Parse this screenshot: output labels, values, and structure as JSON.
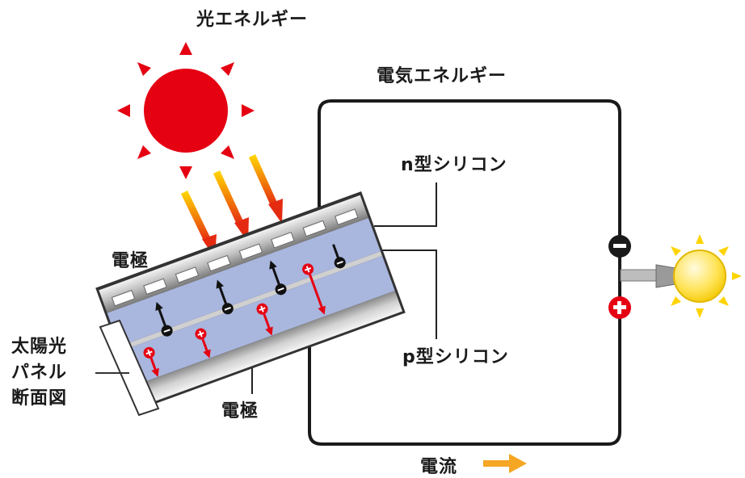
{
  "labels": {
    "light_energy": "光エネルギー",
    "electric_energy": "電気エネルギー",
    "n_type": "n型シリコン",
    "p_type": "p型シリコン",
    "electrode_top": "電極",
    "electrode_bottom": "電極",
    "panel_line1": "太陽光",
    "panel_line2": "パネル",
    "panel_line3": "断面図",
    "current": "電流"
  },
  "colors": {
    "sun": "#e50012",
    "arrow_light": "#f08c00",
    "electron": "#111111",
    "hole": "#e50012",
    "cell_blue": "#a9b6de",
    "bulb": "#ffe24a",
    "current_arrow": "#f5a623"
  }
}
